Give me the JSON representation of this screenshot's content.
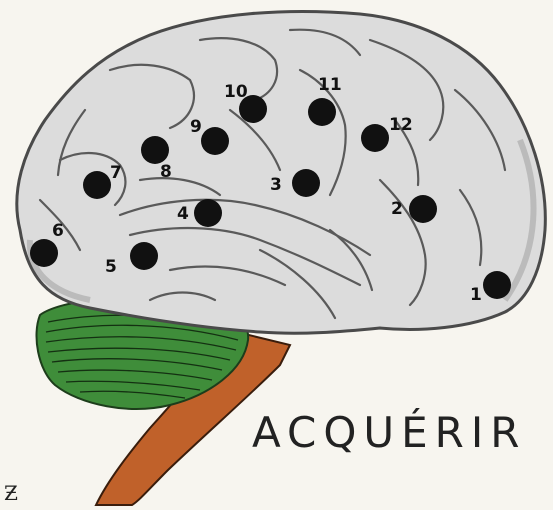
{
  "caption": "ACQUÉRIR",
  "signature": "Ƶ",
  "colors": {
    "brain": "#dcdcdc",
    "brain_outline": "#4a4a4a",
    "cerebellum": "#3f8d3a",
    "brainstem": "#c0612a",
    "marker": "#111111",
    "background": "#f7f5ef"
  },
  "markers": [
    {
      "label": "1"
    },
    {
      "label": "2"
    },
    {
      "label": "3"
    },
    {
      "label": "4"
    },
    {
      "label": "5"
    },
    {
      "label": "6"
    },
    {
      "label": "7"
    },
    {
      "label": "8"
    },
    {
      "label": "9"
    },
    {
      "label": "10"
    },
    {
      "label": "11"
    },
    {
      "label": "12"
    }
  ]
}
